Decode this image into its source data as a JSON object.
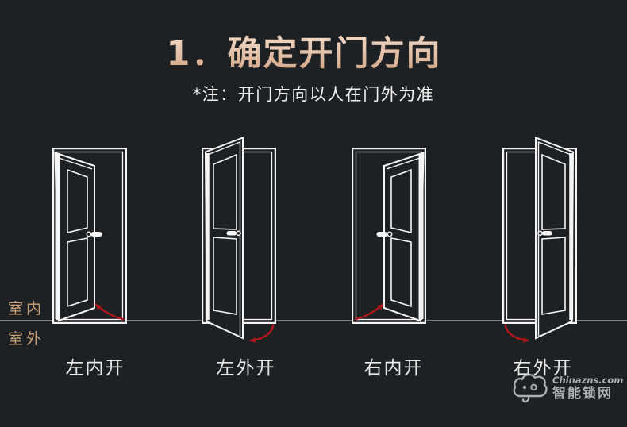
{
  "colors": {
    "background": "#1e2124",
    "line_white": "#f5f5f5",
    "accent_tan": "#c9a077",
    "arrow_red": "#b5161a",
    "ground_gray": "#7a7a7a",
    "label_white": "#e8e8e8",
    "title_top": "#f0d6c3",
    "title_bottom": "#d4a786",
    "note_white": "#f2f2f2",
    "watermark_gray": "#c6c9cc"
  },
  "title": {
    "text": "1．确定开门方向"
  },
  "note": {
    "text": "*注：开门方向以人在门外为准"
  },
  "side_labels": {
    "indoor": "室内",
    "outdoor": "室外"
  },
  "doors": [
    {
      "label": "左内开",
      "hinge": "left",
      "swing": "inward"
    },
    {
      "label": "左外开",
      "hinge": "left",
      "swing": "outward"
    },
    {
      "label": "右内开",
      "hinge": "right",
      "swing": "inward"
    },
    {
      "label": "右外开",
      "hinge": "right",
      "swing": "outward"
    }
  ],
  "watermark": {
    "site": "Chinazns.com",
    "name": "智能锁网"
  }
}
